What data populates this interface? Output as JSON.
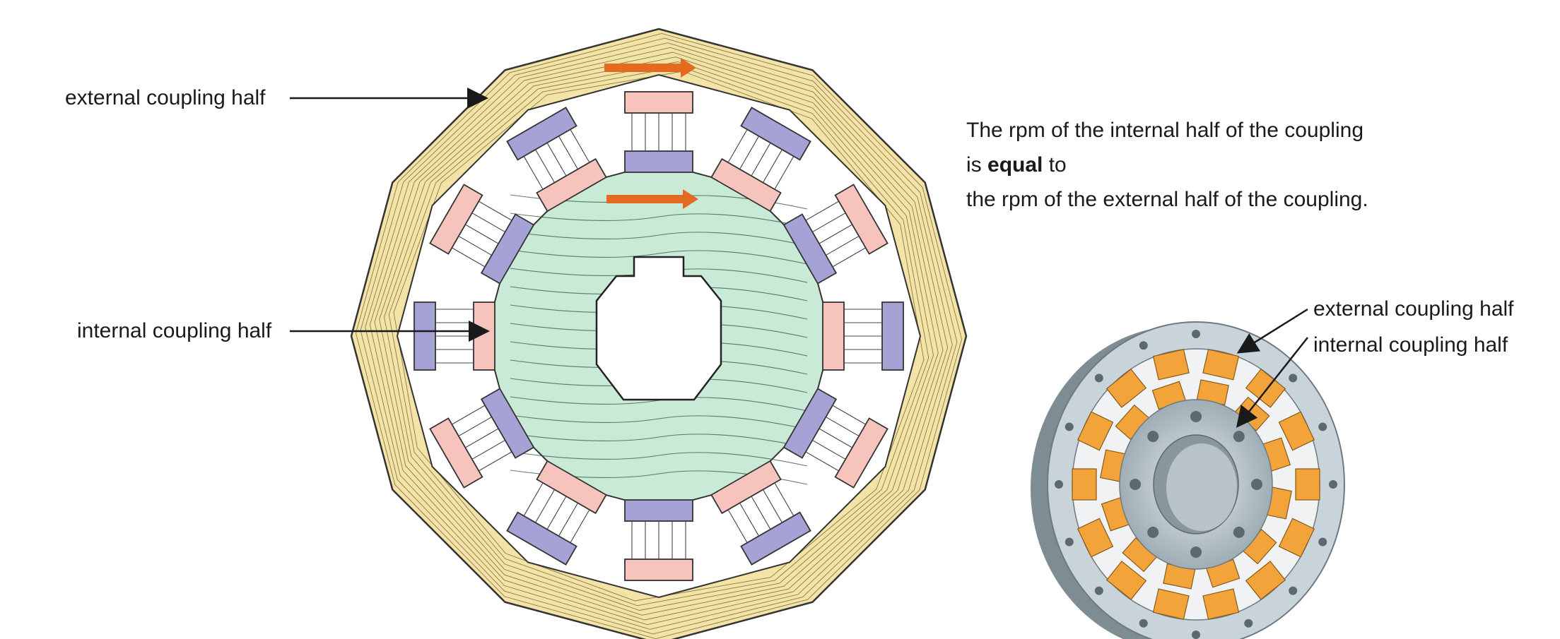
{
  "labels": {
    "left_external": "external coupling half",
    "left_internal": "internal coupling half",
    "right_external": "external coupling half",
    "right_internal": "internal coupling half"
  },
  "description": {
    "line1": "The rpm of the internal half of the coupling",
    "line2_prefix": "is",
    "line2_bold": "equal",
    "line2_suffix": "to",
    "line3": "the rpm of the external half of the coupling."
  },
  "colors": {
    "outer_ring": "#f3e3a6",
    "inner_core": "#c9ead7",
    "north_pole": "#f6c4bd",
    "south_pole": "#a5a3d6",
    "arrow": "#e46a21",
    "magnet_3d": "#f2a33a",
    "hub_3d": "#c9d4da"
  },
  "icons": [
    "rotation-arrow-icon"
  ]
}
